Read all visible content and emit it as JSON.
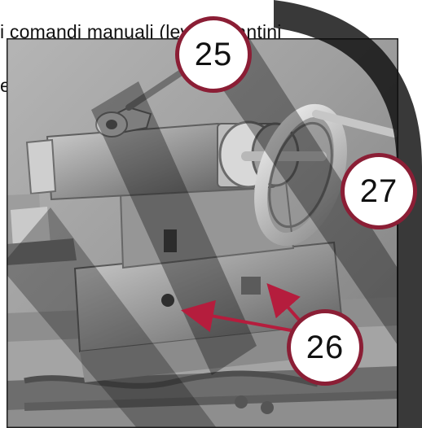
{
  "document": {
    "intro_line_1": "i comandi manuali (leve, volantini",
    "intro_line_2": "ento."
  },
  "callouts": {
    "handle_label": "25",
    "tailstock_label": "26",
    "handwheel_label": "27"
  },
  "colors": {
    "callout_border": "#8b1e35",
    "arrow": "#b51d3d",
    "watermark": "#000000"
  }
}
